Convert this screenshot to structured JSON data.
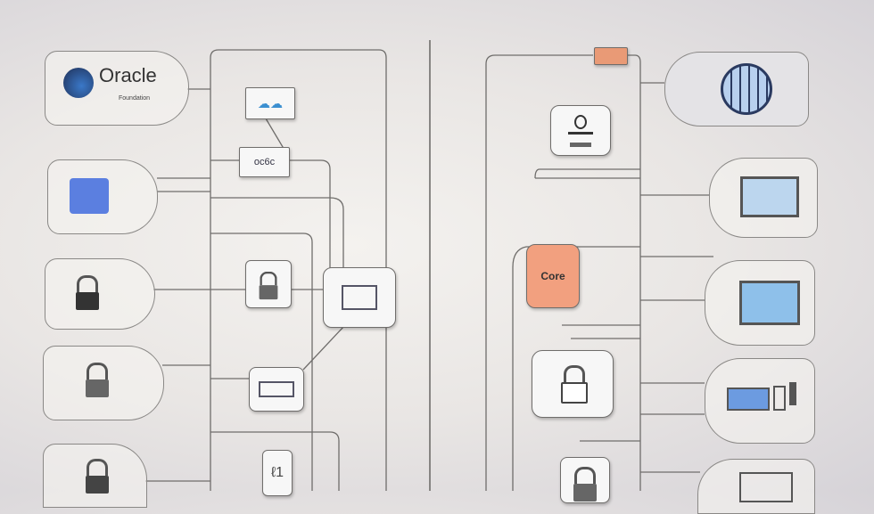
{
  "brand": {
    "name": "Oracle",
    "subtitle": "Foundation"
  },
  "nodes": {
    "small_label": "oc6c",
    "core_label": "Core"
  },
  "colors": {
    "accent_orange": "#f2a07f",
    "accent_blue": "#4f7fd8",
    "line": "#6f6d6b"
  }
}
